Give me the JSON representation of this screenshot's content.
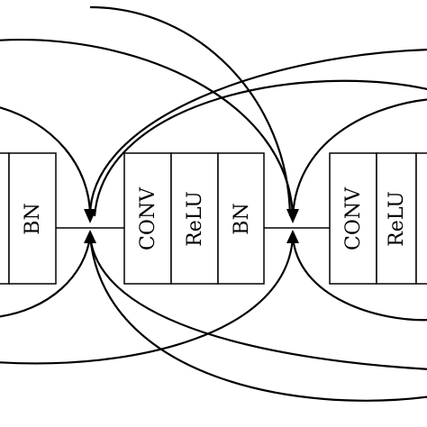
{
  "diagram": {
    "blocks": [
      {
        "label": ""
      },
      {
        "label": "BN"
      },
      {
        "label": "CONV"
      },
      {
        "label": "ReLU"
      },
      {
        "label": "BN"
      },
      {
        "label": "CONV"
      },
      {
        "label": "ReLU"
      },
      {
        "label": ""
      }
    ],
    "colors": {
      "stroke": "#000000",
      "fill": "#ffffff"
    }
  }
}
